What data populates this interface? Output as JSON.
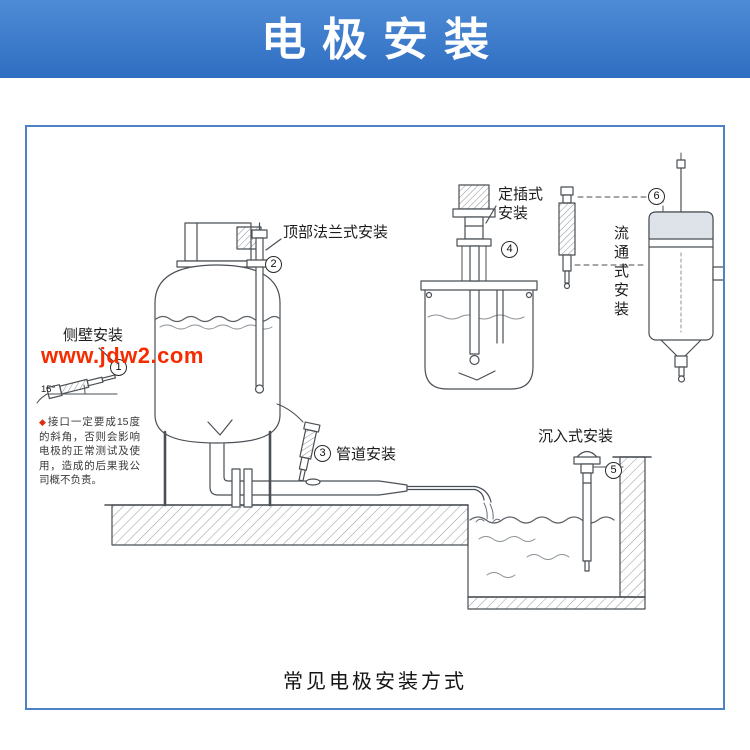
{
  "header": {
    "title": "电极安装"
  },
  "caption": "常见电极安装方式",
  "watermark": {
    "text": "www.jdw2.com"
  },
  "colors": {
    "banner_top": "#4e8cd6",
    "banner_bottom": "#2f6dc2",
    "frame_border": "#4d82c4",
    "watermark": "#f42c00",
    "note_bullet": "#e02b10"
  },
  "diagram": {
    "labels": {
      "side_wall": "侧壁安装",
      "top_flange": "顶部法兰式安装",
      "pipeline": "管道安装",
      "fixed_insertion": "定插式安装",
      "submerged": "沉入式安装",
      "flow_through": "流通式安装"
    },
    "markers": {
      "m1": "1",
      "m2": "2",
      "m3": "3",
      "m4": "4",
      "m5": "5",
      "m6": "6"
    },
    "angle_label": "15°",
    "note": {
      "bullet": "◆",
      "text": "接口一定要成15度的斜角，否则会影响电极的正常测试及使用，造成的后果我公司概不负责。"
    }
  }
}
